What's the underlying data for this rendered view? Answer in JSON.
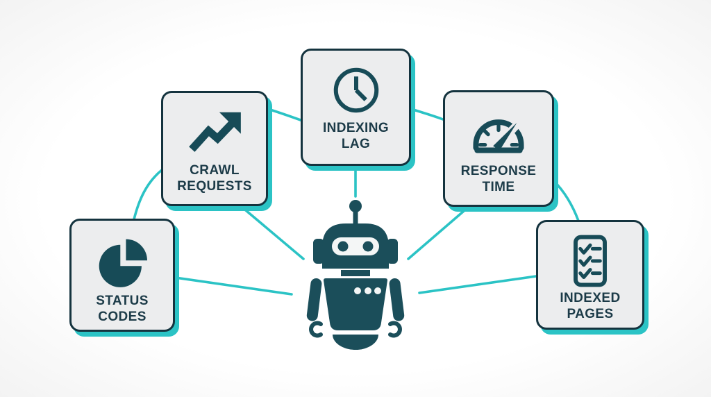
{
  "colors": {
    "accent_teal": "#2bc3c5",
    "card_border": "#14333e",
    "label_text": "#1c3b48",
    "icon_ink": "#174b57",
    "robot_body": "#1b4e5a",
    "card_fill": "#ecedee",
    "background": "#ffffff"
  },
  "cards": [
    {
      "id": "status-codes",
      "line1": "STATUS",
      "line2": "CODES",
      "icon": "pie-chart-icon"
    },
    {
      "id": "crawl-requests",
      "line1": "CRAWL",
      "line2": "REQUESTS",
      "icon": "trend-up-arrow-icon"
    },
    {
      "id": "indexing-lag",
      "line1": "INDEXING",
      "line2": "LAG",
      "icon": "clock-icon"
    },
    {
      "id": "response-time",
      "line1": "RESPONSE",
      "line2": "TIME",
      "icon": "speedometer-icon"
    },
    {
      "id": "indexed-pages",
      "line1": "INDEXED",
      "line2": "PAGES",
      "icon": "checklist-icon"
    }
  ],
  "center": {
    "figure": "robot-mascot"
  }
}
